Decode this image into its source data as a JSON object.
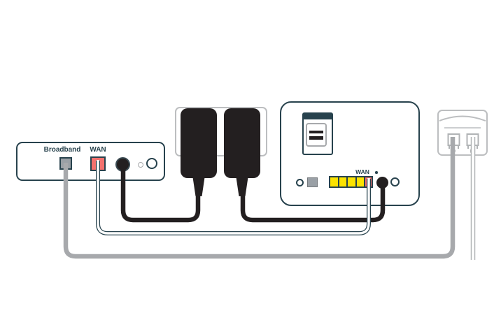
{
  "diagram": {
    "title": "Broadband equipment connection diagram",
    "modem": {
      "broadband_port_label": "Broadband",
      "wan_port_label": "WAN"
    },
    "router": {
      "wan_port_label": "WAN",
      "lan_port_count": 4
    },
    "devices": {
      "modem": "broadband modem rear panel",
      "power_plate": "double mains wall socket",
      "adapters": "two black power adapters",
      "router": "router rear panel",
      "phone_socket": "telephone wall socket"
    },
    "cables": {
      "grey": "broadband cable from modem Broadband port to phone wall socket",
      "white_outlined": "ethernet cable from modem WAN port to router WAN port",
      "black_left": "power lead from modem power jack to left adapter",
      "black_right": "power lead from right adapter to router power jack",
      "white_phone": "lead from phone wall socket second port"
    },
    "colors": {
      "outline_dark_teal": "#27424d",
      "coral_port": "#f3716e",
      "yellow_lan": "#fce300",
      "grey_port_fill": "#9aa0a6",
      "light_grey_outline": "#bcbec0",
      "cable_grey": "#a7a9ac",
      "adapter_black": "#231f20",
      "background": "#ffffff"
    }
  }
}
